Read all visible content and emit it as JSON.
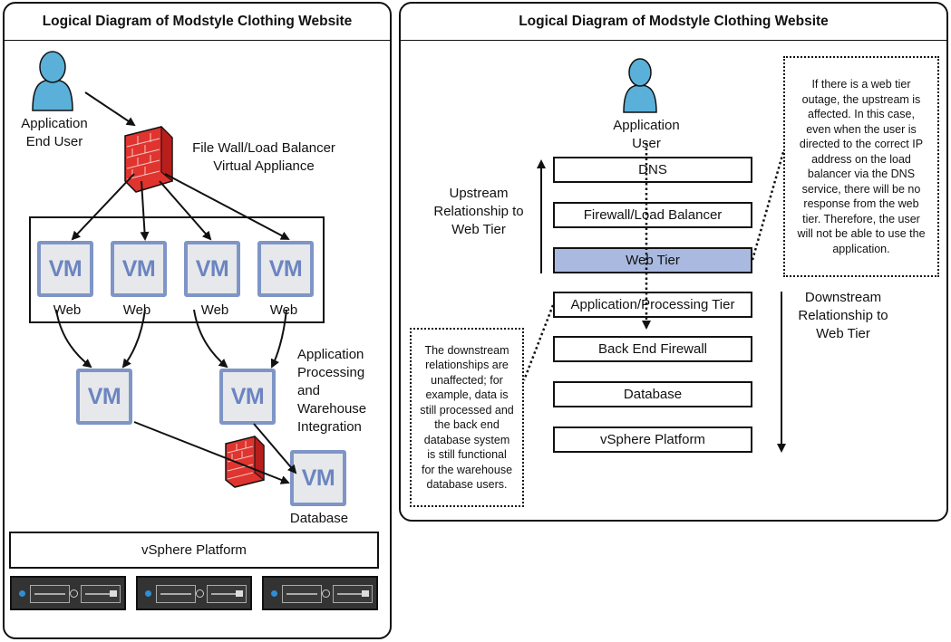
{
  "left_panel": {
    "title": "Logical Diagram of Modstyle Clothing Website",
    "user_label": [
      "Application",
      "End User"
    ],
    "firewall_label": [
      "File Wall/Load Balancer",
      "Virtual Appliance"
    ],
    "vm_text": "VM",
    "web_label": "Web",
    "app_label": [
      "Application",
      "Processing",
      "and",
      "Warehouse",
      "Integration"
    ],
    "db_label": "Database",
    "platform_label": "vSphere Platform"
  },
  "right_panel": {
    "title": "Logical Diagram of Modstyle Clothing Website",
    "user_label": [
      "Application",
      "User"
    ],
    "tiers": [
      "DNS",
      "Firewall/Load Balancer",
      "Web Tier",
      "Application/Processing Tier",
      "Back End Firewall",
      "Database",
      "vSphere Platform"
    ],
    "highlight_tier": "Web Tier",
    "upstream_label": [
      "Upstream",
      "Relationship to",
      "Web Tier"
    ],
    "downstream_label": [
      "Downstream",
      "Relationship to",
      "Web Tier"
    ],
    "upstream_note": [
      "If there is a web tier",
      "outage, the upstream is",
      "affected. In this case,",
      "even when the user is",
      "directed to the correct IP",
      "address on the load",
      "balancer via the DNS",
      "service, there will be no",
      "response from the web",
      "tier. Therefore, the user",
      "will not be able to use the",
      "application."
    ],
    "downstream_note": [
      "The downstream",
      "relationships are",
      "unaffected; for",
      "example, data is",
      "still processed and",
      "the back end",
      "database system",
      "is still functional",
      "for the warehouse",
      "database users."
    ]
  },
  "colors": {
    "vm_border": "#7f95c6",
    "vm_fill": "#e7e8ec",
    "highlight": "#a9b9df",
    "firewall": "#e0342f",
    "user": "#5ab0d8"
  }
}
